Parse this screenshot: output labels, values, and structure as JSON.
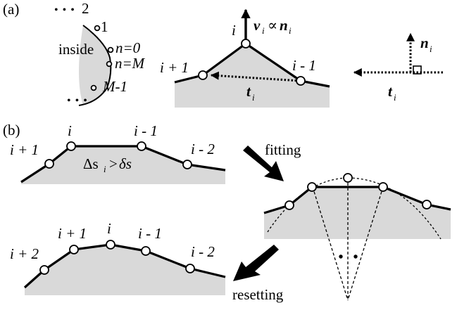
{
  "panel_a": {
    "tag": "(a)",
    "contour": {
      "dots_top": "• • •",
      "label_2": "2",
      "label_1": "1",
      "label_n0": "n=0",
      "label_inside": "inside",
      "label_nM": "n=M",
      "label_M1": "M-1",
      "dots_bottom": "• • •"
    },
    "vertex": {
      "label_i": "i",
      "label_i_plus_1": "i + 1",
      "label_i_minus_1": "i - 1",
      "velocity_v": "v",
      "velocity_sub": "i",
      "propto": "∝",
      "velocity_n": "n",
      "velocity_n_sub": "i",
      "tangent_t": "t",
      "tangent_sub": "i"
    },
    "frame": {
      "normal_n": "n",
      "normal_sub": "i",
      "tangent_t": "t",
      "tangent_sub": "i"
    }
  },
  "panel_b": {
    "tag": "(b)",
    "before": {
      "label_i_plus_1": "i + 1",
      "label_i": "i",
      "label_i_minus_1": "i - 1",
      "label_i_minus_2": "i - 2",
      "delta": "Δs",
      "delta_sub": "i",
      "gt": ">",
      "delta_small": "δs"
    },
    "step_fitting": "fitting",
    "step_resetting": "resetting",
    "after": {
      "label_i_plus_2": "i + 2",
      "label_i_plus_1": "i + 1",
      "label_i": "i",
      "label_i_minus_1": "i - 1",
      "label_i_minus_2": "i - 2"
    }
  },
  "colors": {
    "region_fill": "#d9d9d9",
    "stroke": "#000000",
    "node_fill": "#ffffff"
  }
}
